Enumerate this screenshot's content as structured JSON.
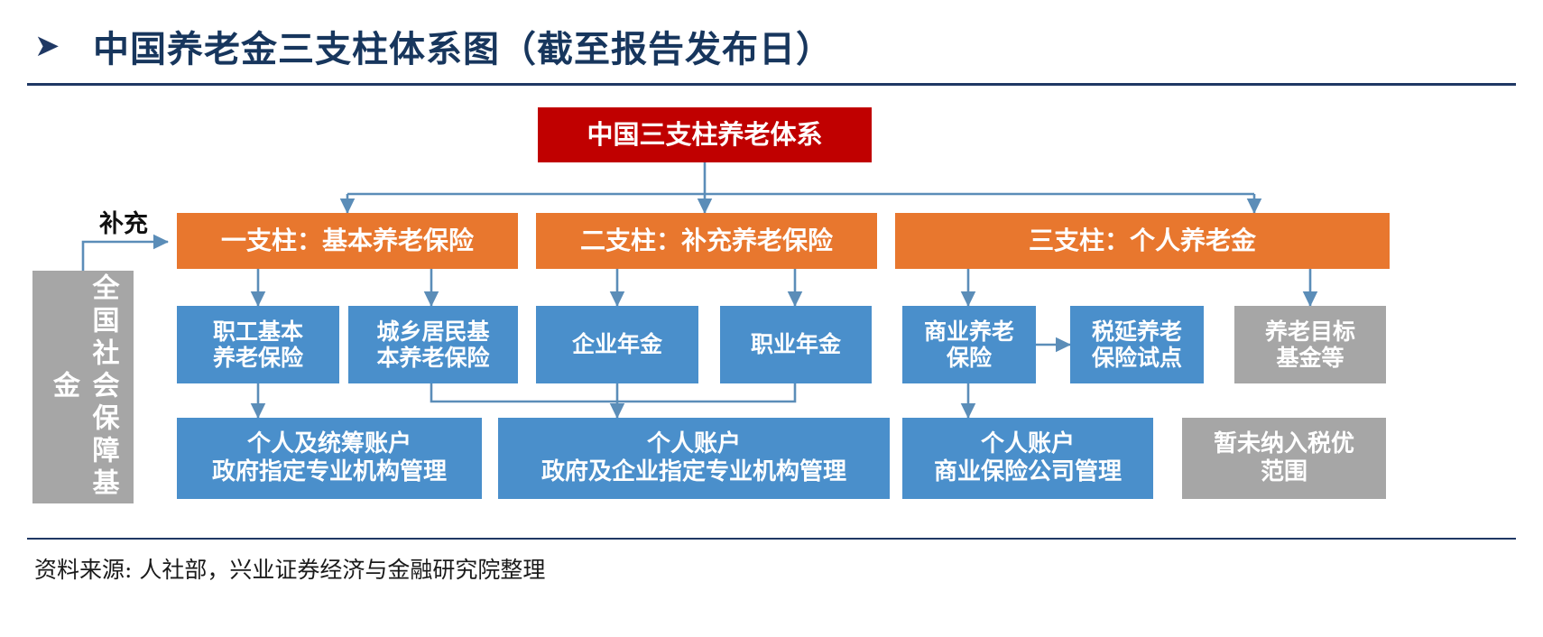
{
  "header": {
    "bullet_icon": "triangle-right-icon",
    "title": "中国养老金三支柱体系图（截至报告发布日）"
  },
  "footer": {
    "source": "资料来源: 人社部，兴业证券经济与金融研究院整理"
  },
  "diagram": {
    "root": {
      "label": "中国三支柱养老体系",
      "color": "#C00000"
    },
    "side_note": {
      "label": "补充"
    },
    "fund_box": {
      "label": "全国社会保障基金",
      "lines": [
        "全国",
        "社会",
        "保障",
        "基金"
      ],
      "color": "#A6A6A6"
    },
    "pillars": [
      {
        "label": "一支柱：基本养老保险",
        "color": "#E8772E"
      },
      {
        "label": "二支柱：补充养老保险",
        "color": "#E8772E"
      },
      {
        "label": "三支柱：个人养老金",
        "color": "#E8772E"
      }
    ],
    "products": [
      {
        "lines": [
          "职工基本",
          "养老保险"
        ],
        "color": "#4A8FCB"
      },
      {
        "lines": [
          "城乡居民基",
          "本养老保险"
        ],
        "color": "#4A8FCB"
      },
      {
        "lines": [
          "企业年金"
        ],
        "color": "#4A8FCB"
      },
      {
        "lines": [
          "职业年金"
        ],
        "color": "#4A8FCB"
      },
      {
        "lines": [
          "商业养老",
          "保险"
        ],
        "color": "#4A8FCB"
      },
      {
        "lines": [
          "税延养老",
          "保险试点"
        ],
        "color": "#4A8FCB"
      },
      {
        "lines": [
          "养老目标",
          "基金等"
        ],
        "color": "#A6A6A6"
      }
    ],
    "accounts": [
      {
        "lines": [
          "个人及统筹账户",
          "政府指定专业机构管理"
        ],
        "color": "#4A8FCB"
      },
      {
        "lines": [
          "个人账户",
          "政府及企业指定专业机构管理"
        ],
        "color": "#4A8FCB"
      },
      {
        "lines": [
          "个人账户",
          "商业保险公司管理"
        ],
        "color": "#4A8FCB"
      },
      {
        "lines": [
          "暂未纳入税优",
          "范围"
        ],
        "color": "#A6A6A6"
      }
    ]
  },
  "colors": {
    "accent_red": "#C00000",
    "accent_orange": "#E8772E",
    "accent_blue": "#4A8FCB",
    "accent_gray": "#A6A6A6",
    "title_navy": "#17365D",
    "wire": "#5B8DB8"
  }
}
